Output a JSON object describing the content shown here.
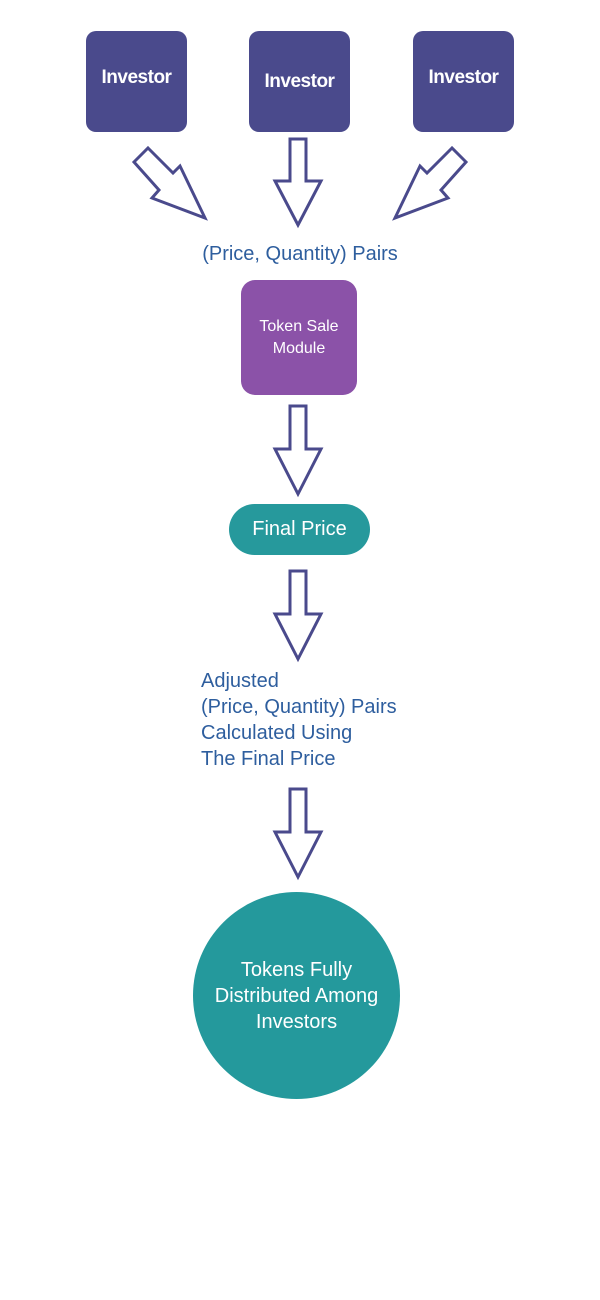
{
  "investors": [
    {
      "label": "Investor"
    },
    {
      "label": "Investor"
    },
    {
      "label": "Investor"
    }
  ],
  "pairs_label": "(Price, Quantity) Pairs",
  "module_label": "Token Sale Module",
  "final_price_label": "Final Price",
  "adjusted_label": "Adjusted\n(Price, Quantity) Pairs\nCalculated Using\nThe Final Price",
  "result_label": "Tokens Fully Distributed Among Investors",
  "colors": {
    "investor_box": "#4a4a8c",
    "module_box": "#8b52a8",
    "final_price": "#26999c",
    "result_circle": "#24999c",
    "label_text": "#2e5e9e",
    "arrow_outline": "#4a4a8c"
  }
}
